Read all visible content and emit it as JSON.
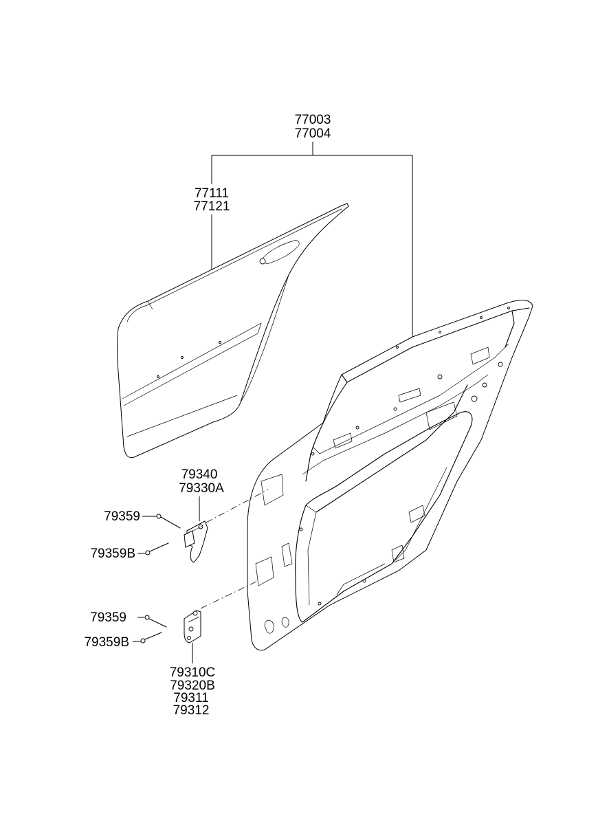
{
  "labels": {
    "assembly_top": "77003",
    "assembly_bottom": "77004",
    "outer_panel_top": "77111",
    "outer_panel_bottom": "77121",
    "upper_hinge_top": "79340",
    "upper_hinge_bottom": "79330A",
    "upper_bolt_a": "79359",
    "upper_bolt_b": "79359B",
    "lower_bolt_a": "79359",
    "lower_bolt_b": "79359B",
    "lower_hinge_1": "79310C",
    "lower_hinge_2": "79320B",
    "lower_hinge_3": "79311",
    "lower_hinge_4": "79312"
  }
}
